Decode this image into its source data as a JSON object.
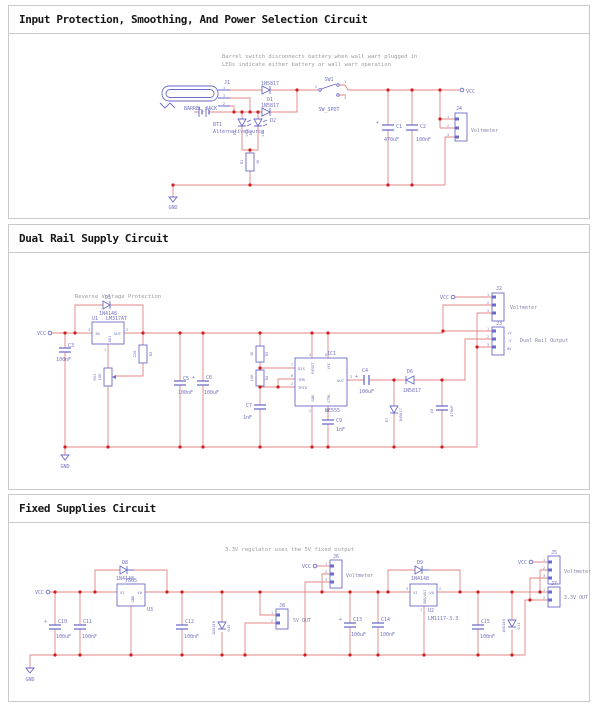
{
  "titles": {
    "s1": "Input Protection, Smoothing, And Power Selection Circuit",
    "s2": "Dual Rail Supply Circuit",
    "s3": "Fixed Supplies Circuit"
  },
  "notes": {
    "s1a": "Barrel switch disconnects battery when wall wart plugged in",
    "s1b": "LEDs indicate either battery or wall wart operation",
    "s2": "Reverse Voltage Protection",
    "s3": "3.3V regulator uses the 5V fixed output"
  },
  "power": {
    "vcc": "VCC",
    "gnd": "GND"
  },
  "pins": {
    "1": "1",
    "2": "2",
    "3": "3",
    "4": "4",
    "5": "5",
    "6": "6",
    "7": "7",
    "8": "8"
  },
  "colors": {
    "wire": "#e08484",
    "junction": "#cf1f1f",
    "symbol": "#6a6ac8",
    "comment": "#9c9c9c"
  },
  "s1": {
    "j1": {
      "ref": "J1",
      "value": "BARREL_JACK"
    },
    "bt1": {
      "ref": "BT1",
      "value": "AlternativeSource"
    },
    "d1": {
      "ref": "D1",
      "value": "1N5817"
    },
    "d2": {
      "ref": "D2",
      "value": "1N5817"
    },
    "d3": {
      "ref": "D3",
      "value": "LED"
    },
    "d4": {
      "ref": "D4",
      "value": "LED"
    },
    "r1": {
      "ref": "R1",
      "value": "1K"
    },
    "sw1": {
      "ref": "SW1",
      "value": "SW_SPDT"
    },
    "c1": {
      "ref": "C1",
      "value": "470uF",
      "plus": "+"
    },
    "c2": {
      "ref": "C2",
      "value": "100nF"
    },
    "j4": {
      "ref": "J4",
      "value": "Voltmeter"
    }
  },
  "s2": {
    "d5": {
      "ref": "D5",
      "value": "1N4148"
    },
    "u1": {
      "ref": "U1",
      "value": "LM317AT",
      "pin_in": "IN",
      "pin_out": "OUT",
      "pin_adj": "ADJ"
    },
    "c3": {
      "ref": "C3",
      "value": "100nF"
    },
    "r2": {
      "ref": "R2",
      "value": "220"
    },
    "rv1": {
      "ref": "RV1",
      "value": "10K"
    },
    "c5": {
      "ref": "C5",
      "value": "100nF"
    },
    "c6": {
      "ref": "C6",
      "value": "100uF",
      "plus": "+"
    },
    "r3": {
      "ref": "R3",
      "value": "1K"
    },
    "r4": {
      "ref": "R4",
      "value": "10K"
    },
    "ic1": {
      "ref": "IC1",
      "value": "NE555",
      "dis": "DIS",
      "thr": "THR",
      "trig": "TRIG",
      "rst": "RESET",
      "vcc": "VCC",
      "out": "OUT",
      "gnd": "GND",
      "ctrl": "CTRL"
    },
    "c7": {
      "ref": "C7",
      "value": "1nF"
    },
    "c9": {
      "ref": "C9",
      "value": "1nF"
    },
    "c4": {
      "ref": "C4",
      "value": "100uF",
      "plus": "+"
    },
    "d6": {
      "ref": "D6",
      "value": "1N5817"
    },
    "d7": {
      "ref": "D7",
      "value": "1N5817"
    },
    "c8": {
      "ref": "C8",
      "value": "470uF"
    },
    "j2": {
      "ref": "J2",
      "value": "Voltmeter"
    },
    "j3": {
      "ref": "J3",
      "value": "Dual Rail Output",
      "vp": "+V",
      "vm": "-V",
      "v0": "0V"
    }
  },
  "s3": {
    "d8": {
      "ref": "D8",
      "value": "1N4148"
    },
    "u3": {
      "ref": "U3",
      "value": "7805",
      "vi": "VI",
      "vo": "VO",
      "gnd": "GND"
    },
    "c10": {
      "ref": "C10",
      "value": "100uF",
      "plus": "+"
    },
    "c11": {
      "ref": "C11",
      "value": "100nF"
    },
    "c12": {
      "ref": "C12",
      "value": "100nF"
    },
    "d10": {
      "ref": "D10",
      "value": "1N4148"
    },
    "j8": {
      "ref": "J8",
      "value": "5V OUT"
    },
    "j6": {
      "ref": "J6",
      "value": "Voltmeter"
    },
    "c13": {
      "ref": "C13",
      "value": "100uF",
      "plus": "+"
    },
    "c14": {
      "ref": "C14",
      "value": "100nF"
    },
    "d9": {
      "ref": "D9",
      "value": "1N4148"
    },
    "u2": {
      "ref": "U2",
      "value": "LM1117-3.3",
      "vi": "VI",
      "vo": "VO",
      "gnd": "GND/ADJ"
    },
    "c15": {
      "ref": "C15",
      "value": "100nF"
    },
    "d11": {
      "ref": "D11",
      "value": "1N4148"
    },
    "j5": {
      "ref": "J5",
      "value": "Voltmeter"
    },
    "j7": {
      "ref": "J7",
      "value": "3.3V OUT"
    }
  }
}
